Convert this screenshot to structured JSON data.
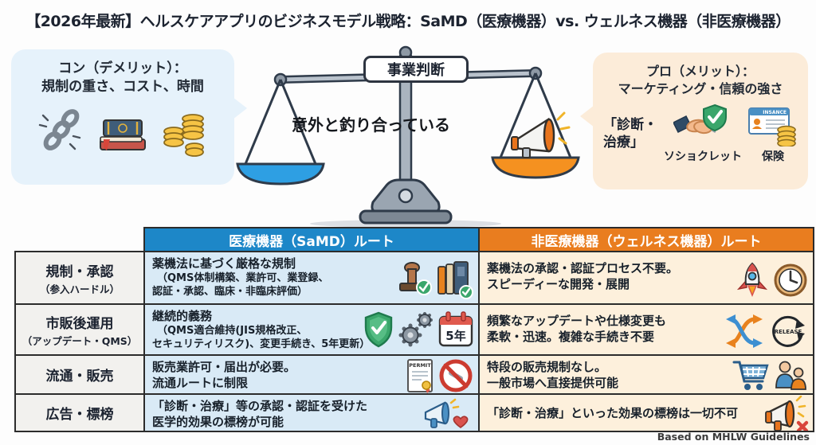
{
  "title": "【2026年最新】ヘルスケアアプリのビジネスモデル戦略：SaMD（医療機器）vs. ウェルネス機器（非医療機器）",
  "colors": {
    "header_blue": "#1d87c8",
    "header_orange": "#e97d1f",
    "samd_cell_bg": "#d9eaf6",
    "wellness_cell_bg": "#fdf0dc",
    "label_cell_bg": "#f2f1ee",
    "bubble_blue": "#e6f2fb",
    "bubble_peach": "#fcecd9",
    "pan_blue": "#2e9fe3",
    "pan_orange": "#f59120"
  },
  "left_bubble": {
    "heading_line1": "コン（デメリット）：",
    "heading_line2": "規制の重さ、コスト、時間",
    "icons": [
      "chain-icon",
      "law-books-icon",
      "coins-icon"
    ]
  },
  "scale": {
    "top_label": "事業判断",
    "caption": "意外と釣り合っている",
    "icons": [
      "balance-scale-icon",
      "megaphone-icon"
    ]
  },
  "right_bubble": {
    "heading_line1": "プロ（メリット）：",
    "heading_line2": "マーケティング・信頼の強さ",
    "quote_line1": "「診断・",
    "quote_line2": "治療」",
    "handshake_label": "ソショクレット",
    "insurance_label": "保険",
    "card_text": "INSANCE",
    "icons": [
      "handshake-shield-icon",
      "insurance-card-icon",
      "coins-icon"
    ]
  },
  "table": {
    "headers": {
      "samd": "医療機器（SaMD）ルート",
      "wellness": "非医療機器（ウェルネス機器）ルート"
    },
    "rows": [
      {
        "label": "規制・承認",
        "sublabel": "（参入ハードル）",
        "samd_lines": [
          "薬機法に基づく厳格な規制",
          "（QMS体制構築、業許可、業登録、",
          "認証・承認、臨床・非臨床評価）"
        ],
        "samd_icons": [
          "stamp-check-icon",
          "books-check-icon"
        ],
        "wellness_lines": [
          "薬機法の承認・認証プロセス不要。",
          "スピーディーな開発・展開"
        ],
        "wellness_icons": [
          "rocket-icon",
          "clock-icon"
        ]
      },
      {
        "label": "市販後運用",
        "sublabel": "（アップデート・QMS）",
        "samd_lines": [
          "継続的義務",
          "（QMS適合維持(JIS規格改正、",
          "セキュリティリスク)、変更手続き、5年更新）"
        ],
        "samd_icons": [
          "shield-check-icon",
          "gears-icon",
          "calendar-icon"
        ],
        "calendar_badge": "5年",
        "wellness_lines": [
          "頻繁なアップデートや仕様変更も",
          "柔軟・迅速。複雑な手続き不要"
        ],
        "wellness_icons": [
          "shuffle-arrows-icon",
          "release-cycle-icon"
        ],
        "release_badge": "RELEASE"
      },
      {
        "label": "流通・販売",
        "sublabel": "",
        "samd_lines": [
          "販売業許可・届出が必要。",
          "流通ルートに制限"
        ],
        "samd_icons": [
          "permit-certificate-icon",
          "prohibition-icon"
        ],
        "permit_badge": "PERMIT",
        "wellness_lines": [
          "特段の販売規制なし。",
          "一般市場へ直接提供可能"
        ],
        "wellness_icons": [
          "shopping-cart-icon",
          "people-icon"
        ]
      },
      {
        "label": "広告・標榜",
        "sublabel": "",
        "samd_lines": [
          "「診断・治療」等の承認・認証を受けた",
          "医学的効果の標榜が可能"
        ],
        "samd_icons": [
          "megaphone-heart-icon"
        ],
        "wellness_lines": [
          "「診断・治療」といった効果の標榜は一切不可"
        ],
        "wellness_icons": [
          "megaphone-x-icon"
        ]
      }
    ]
  },
  "footer": "Based on MHLW Guidelines"
}
